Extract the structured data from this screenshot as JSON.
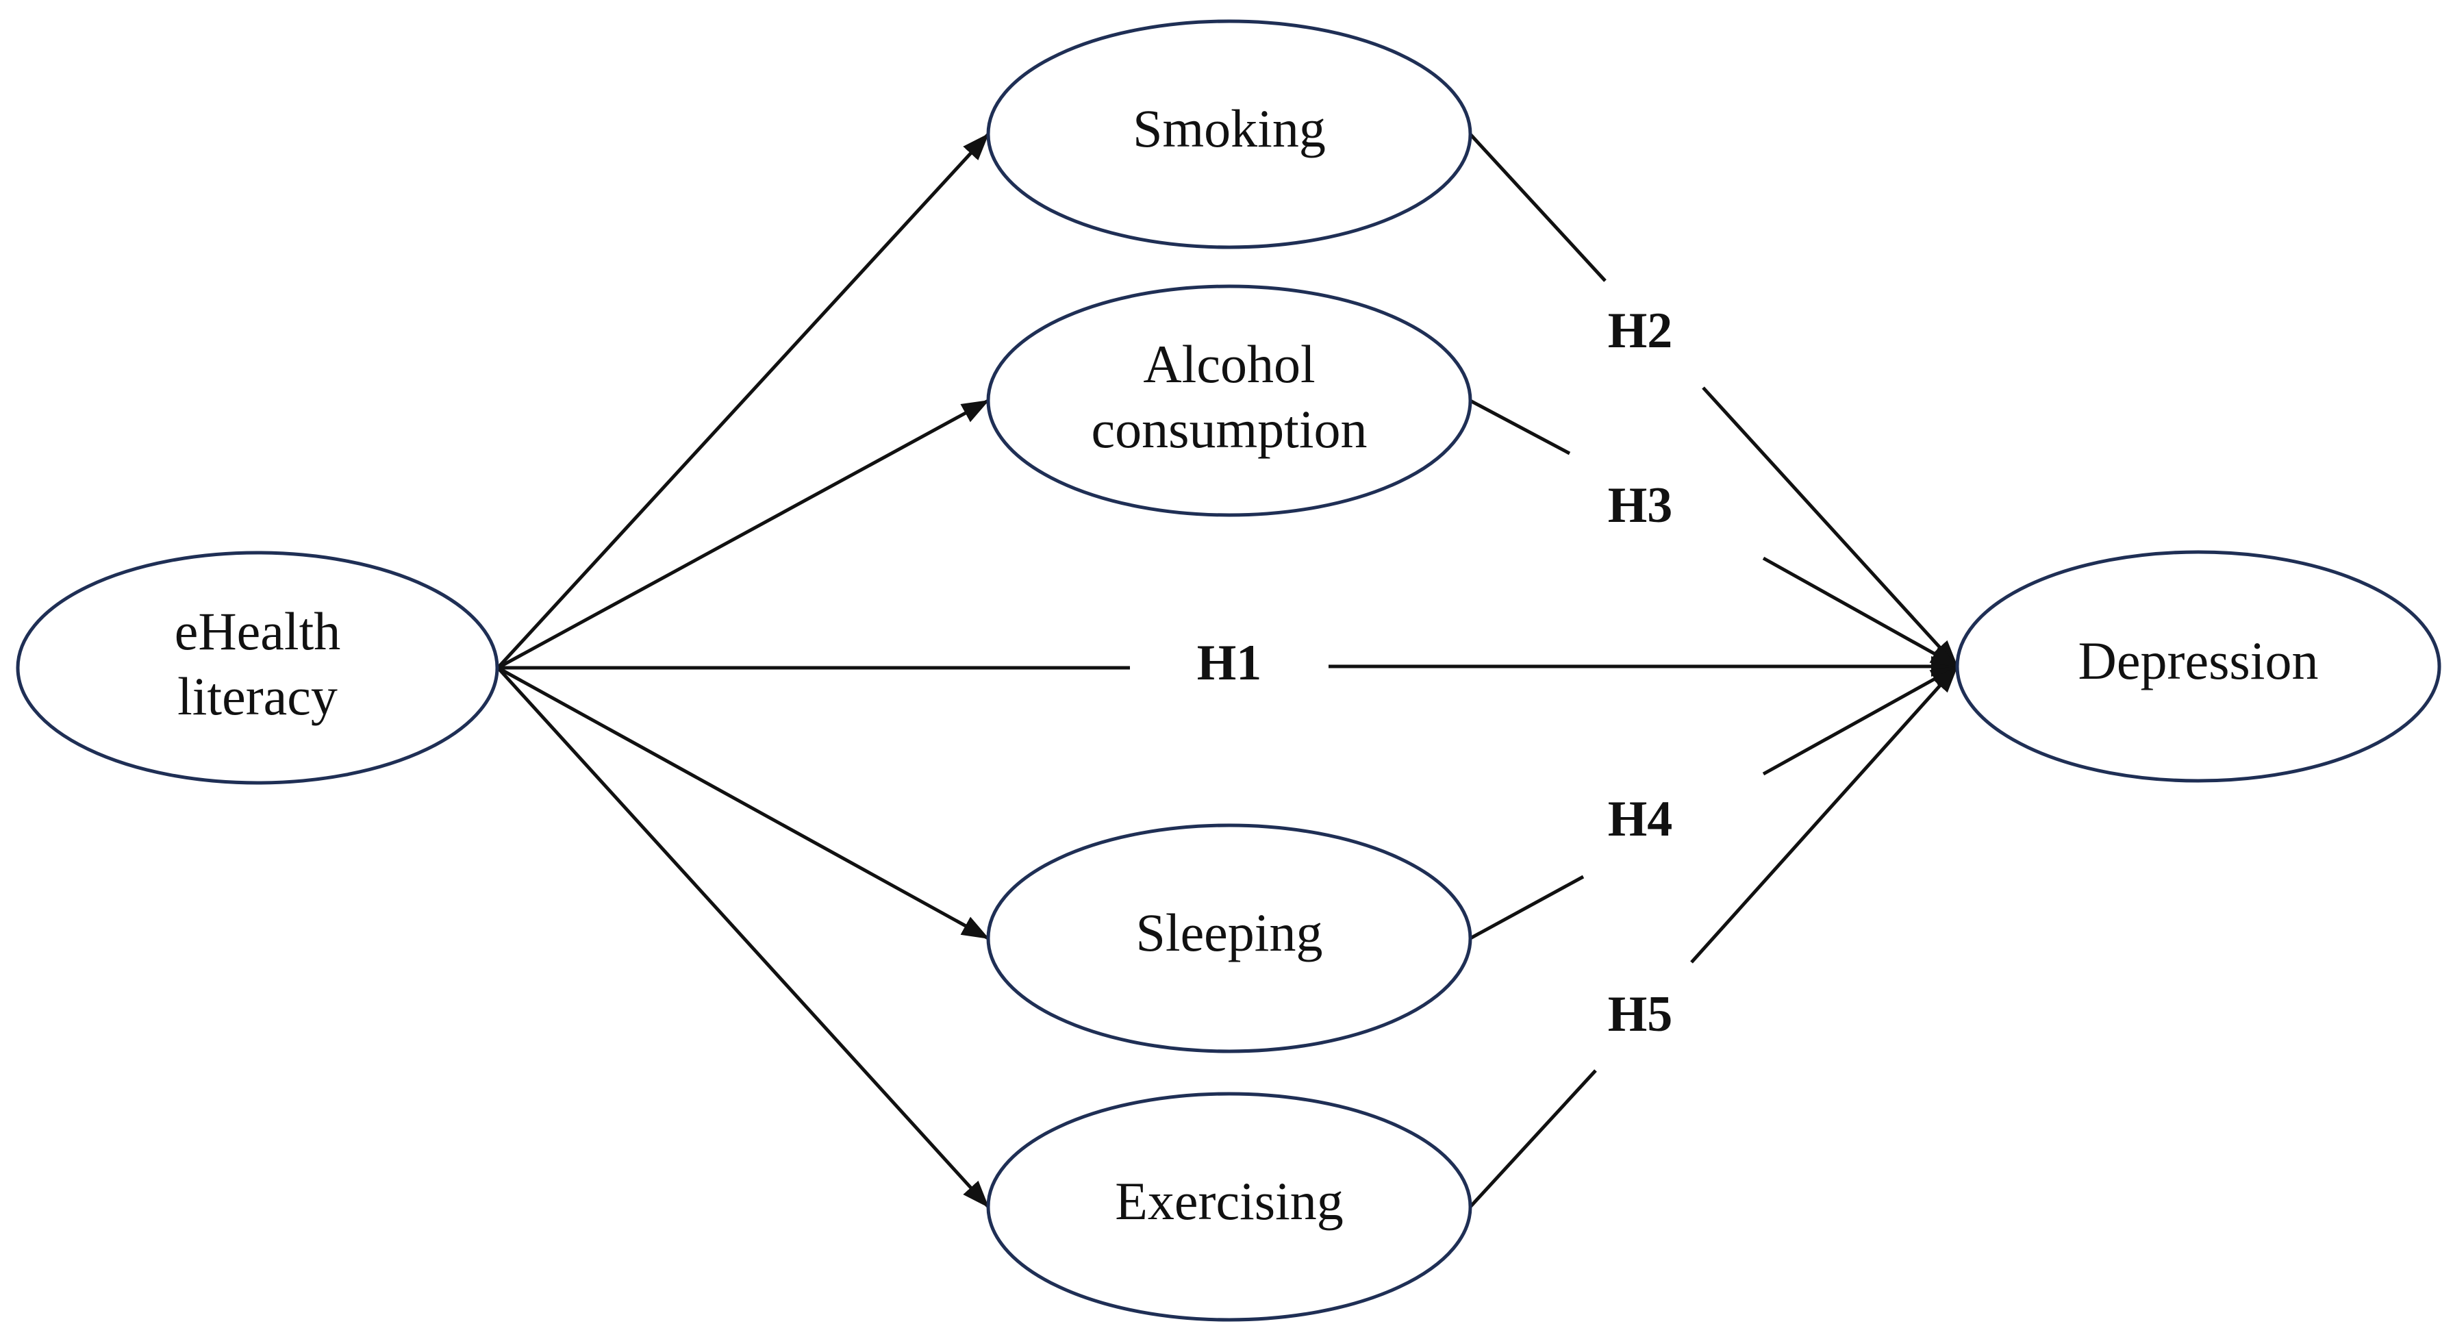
{
  "nodes": {
    "ehealth": {
      "lines": [
        "eHealth",
        "literacy"
      ]
    },
    "smoking": {
      "lines": [
        "Smoking"
      ]
    },
    "alcohol": {
      "lines": [
        "Alcohol",
        "consumption"
      ]
    },
    "sleeping": {
      "lines": [
        "Sleeping"
      ]
    },
    "exercising": {
      "lines": [
        "Exercising"
      ]
    },
    "depression": {
      "lines": [
        "Depression"
      ]
    }
  },
  "hypotheses": {
    "h1": "H1",
    "h2": "H2",
    "h3": "H3",
    "h4": "H4",
    "h5": "H5"
  },
  "colors": {
    "ellipse_stroke": "#1f2f55",
    "line": "#111111"
  }
}
